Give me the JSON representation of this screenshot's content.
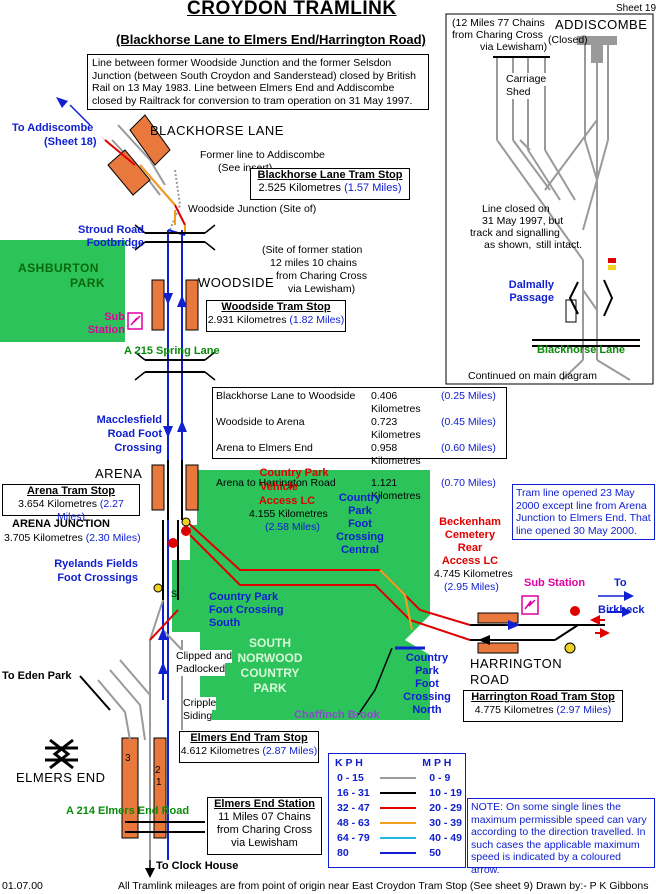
{
  "title": "CROYDON TRAMLINK",
  "subtitle": "(Blackhorse Lane to Elmers End/Harrington Road)",
  "sheet": "Sheet 19",
  "history_note": "Line between former Woodside Junction and the former Selsdon Junction (between South Croydon and Sanderstead) closed by British Rail on 13 May 1983. Line between Elmers End and Addiscombe closed by Railtrack for conversion to tram operation on 31 May 1997.",
  "labels": {
    "to_addiscombe": "To Addiscombe",
    "to_addiscombe_sheet": "(Sheet 18)",
    "blackhorse_lane": "BLACKHORSE LANE",
    "former_line": "Former line to Addiscombe",
    "see_insert": "(See insert)",
    "woodside_junction": "Woodside Junction (Site of)",
    "stroud_road_1": "Stroud Road",
    "stroud_road_2": "Footbridge",
    "ashburton_1": "ASHBURTON",
    "ashburton_2": "PARK",
    "woodside": "WOODSIDE",
    "former_station_1": "(Site of former station",
    "former_station_2": "12 miles 10 chains",
    "former_station_3": "from Charing Cross",
    "former_station_4": "via Lewisham)",
    "sub_station_1": "Sub",
    "sub_station_2": "Station",
    "spring_lane": "A 215  Spring Lane",
    "macclesfield_1": "Macclesfield",
    "macclesfield_2": "Road Foot",
    "macclesfield_3": "Crossing",
    "arena": "ARENA",
    "arena_junction": "ARENA JUNCTION",
    "arena_junction_km": "3.705 Kilometres",
    "arena_junction_miles": "(2.30 Miles)",
    "ryelands_1": "Ryelands Fields",
    "ryelands_2": "Foot Crossings",
    "cp_vehicle_1": "Country Park",
    "cp_vehicle_2": "Vehicle",
    "cp_vehicle_3": "Access LC",
    "cp_vehicle_km": "4.155 Kilometres",
    "cp_vehicle_miles": "(2.58 Miles)",
    "cp_central_1": "Country",
    "cp_central_2": "Park",
    "cp_central_3": "Foot",
    "cp_central_4": "Crossing",
    "cp_central_5": "Central",
    "cp_south_1": "Country Park",
    "cp_south_2": "Foot Crossing",
    "cp_south_3": "South",
    "snp_1": "SOUTH",
    "snp_2": "NORWOOD",
    "snp_3": "COUNTRY",
    "snp_4": "PARK",
    "clipped_1": "Clipped and",
    "clipped_2": "Padlocked",
    "cripple_1": "Cripple",
    "cripple_2": "Siding",
    "to_eden_park": "To Eden Park",
    "chaffinch_brook": "Chaffinch Brook",
    "cp_north_1": "Country",
    "cp_north_2": "Park",
    "cp_north_3": "Foot",
    "cp_north_4": "Crossing",
    "cp_north_5": "North",
    "beckenham_1": "Beckenham",
    "beckenham_2": "Cemetery",
    "beckenham_3": "Rear",
    "beckenham_4": "Access LC",
    "beckenham_km": "4.745 Kilometres",
    "beckenham_miles": "(2.95 Miles)",
    "sub_station_r": "Sub Station",
    "to_birkbeck_1": "To",
    "to_birkbeck_2": "Birkbeck",
    "harrington_1": "HARRINGTON",
    "harrington_2": "ROAD",
    "elmers_end": "ELMERS END",
    "elmers_end_road": "A 214  Elmers End Road",
    "to_clock_house": "To Clock House",
    "date": "01.07.00",
    "footer": "All Tramlink mileages are from point of origin near East Croydon Tram Stop (See sheet 9)",
    "drawn_by": "Drawn by:- P K Gibbons",
    "track_num_1": "1",
    "track_num_2": "2",
    "track_num_3": "3",
    "signal_s": "S"
  },
  "stops": {
    "blackhorse": {
      "name": "Blackhorse Lane Tram Stop",
      "km": "2.525 Kilometres",
      "miles": "(1.57 Miles)"
    },
    "woodside": {
      "name": "Woodside Tram Stop",
      "km": "2.931 Kilometres",
      "miles": "(1.82 Miles)"
    },
    "arena": {
      "name": "Arena Tram Stop",
      "km": "3.654 Kilometres",
      "miles": "(2.27 Miles)"
    },
    "elmers_end": {
      "name": "Elmers End Tram Stop",
      "km": "4.612 Kilometres",
      "miles": "(2.87 Miles)"
    },
    "harrington": {
      "name": "Harrington Road Tram Stop",
      "km": "4.775 Kilometres",
      "miles": "(2.97 Miles)"
    }
  },
  "elmers_end_station": {
    "name": "Elmers End Station",
    "l1": "11 Miles 07 Chains",
    "l2": "from Charing Cross",
    "l3": "via Lewisham"
  },
  "distances": [
    {
      "route": "Blackhorse Lane to Woodside",
      "km": "0.406 Kilometres",
      "miles": "(0.25 Miles)"
    },
    {
      "route": "Woodside to Arena",
      "km": "0.723 Kilometres",
      "miles": "(0.45 Miles)"
    },
    {
      "route": "Arena to Elmers End",
      "km": "0.958 Kilometres",
      "miles": "(0.60 Miles)"
    },
    {
      "route": "Arena to Harrington Road",
      "km": "1.121 Kilometres",
      "miles": "(0.70 Miles)"
    }
  ],
  "opening_note": "Tram line opened 23 May 2000 except line from Arena Junction to Elmers End. That line opened 30 May 2000.",
  "insert": {
    "distance_1": "(12 Miles 77 Chains",
    "distance_2": "from Charing Cross",
    "distance_3": "via Lewisham)",
    "addiscombe": "ADDISCOMBE",
    "closed": "(Closed)",
    "carriage_1": "Carriage",
    "carriage_2": "Shed",
    "closed_note_1": "Line closed on",
    "closed_note_2": "31 May 1997, but",
    "closed_note_3": "track and signalling",
    "closed_note_4": "still intact.",
    "as_shown": "as shown,",
    "dalmally_1": "Dalmally",
    "dalmally_2": "Passage",
    "blackhorse_lane": "Blackhorse Lane",
    "continued": "Continued on main diagram"
  },
  "speed_legend": {
    "kph_header": "K P H",
    "mph_header": "M P H",
    "rows": [
      {
        "kph": "0 - 15",
        "mph": "0 -  9",
        "color": "#9a9a9a"
      },
      {
        "kph": "16 - 31",
        "mph": "10 - 19",
        "color": "#000000"
      },
      {
        "kph": "32 - 47",
        "mph": "20 - 29",
        "color": "#e00000"
      },
      {
        "kph": "48 - 63",
        "mph": "30 - 39",
        "color": "#f0a020"
      },
      {
        "kph": "64 - 79",
        "mph": "40 - 49",
        "color": "#22b8e0"
      },
      {
        "kph": "80",
        "mph": "50",
        "color": "#1020d0"
      }
    ]
  },
  "speed_note": "NOTE: On some single lines the maximum permissible speed can vary according to the direction travelled. In such cases the applicable maximum speed is indicated by a coloured arrow.",
  "colors": {
    "park": "#2cc35a",
    "platform": "#e8783c",
    "text_blue": "#1020d0",
    "text_red": "#e00000",
    "text_pink": "#e000a0"
  }
}
